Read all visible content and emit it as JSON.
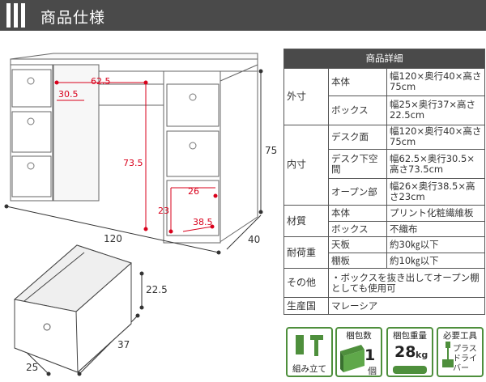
{
  "header": {
    "title": "商品仕様"
  },
  "diagram": {
    "dims": {
      "d62_5": "62.5",
      "d30_5": "30.5",
      "d73_5": "73.5",
      "d26": "26",
      "d23": "23",
      "d38_5": "38.5",
      "d120": "120",
      "d75": "75",
      "d40": "40",
      "d22_5": "22.5",
      "d37": "37",
      "d25": "25"
    }
  },
  "spec": {
    "title": "商品詳細",
    "rows": {
      "outer": {
        "label": "外寸",
        "body": {
          "label": "本体",
          "value": "幅120×奥行40×高さ75cm"
        },
        "box": {
          "label": "ボックス",
          "value": "幅25×奥行37×高さ22.5cm"
        }
      },
      "inner": {
        "label": "内寸",
        "desk": {
          "label": "デスク面",
          "value": "幅120×奥行40×高さ75cm"
        },
        "under": {
          "label": "デスク下空間",
          "value": "幅62.5×奥行30.5×高さ73.5cm"
        },
        "open": {
          "label": "オープン部",
          "value": "幅26×奥行38.5×高さ23cm"
        }
      },
      "material": {
        "label": "材質",
        "body": {
          "label": "本体",
          "value": "プリント化粧繊維板"
        },
        "box": {
          "label": "ボックス",
          "value": "不織布"
        }
      },
      "load": {
        "label": "耐荷重",
        "top": {
          "label": "天板",
          "value": "約30㎏以下"
        },
        "shelf": {
          "label": "棚板",
          "value": "約10㎏以下"
        }
      },
      "other": {
        "label": "その他",
        "value": "・ボックスを抜き出してオープン棚としても使用可"
      },
      "origin": {
        "label": "生産国",
        "value": "マレーシア"
      }
    }
  },
  "icons": {
    "assembly": {
      "label": "組み立て"
    },
    "packages": {
      "label": "梱包数",
      "value": "1",
      "unit": "個"
    },
    "weight": {
      "label": "梱包重量",
      "value": "28",
      "unit": "kg"
    },
    "tools": {
      "label": "必要工具",
      "value": "プラスドライバー"
    }
  },
  "colors": {
    "header": "#4a4a4a",
    "accent_red": "#d9001b",
    "icon_green": "#4e8f3c"
  }
}
